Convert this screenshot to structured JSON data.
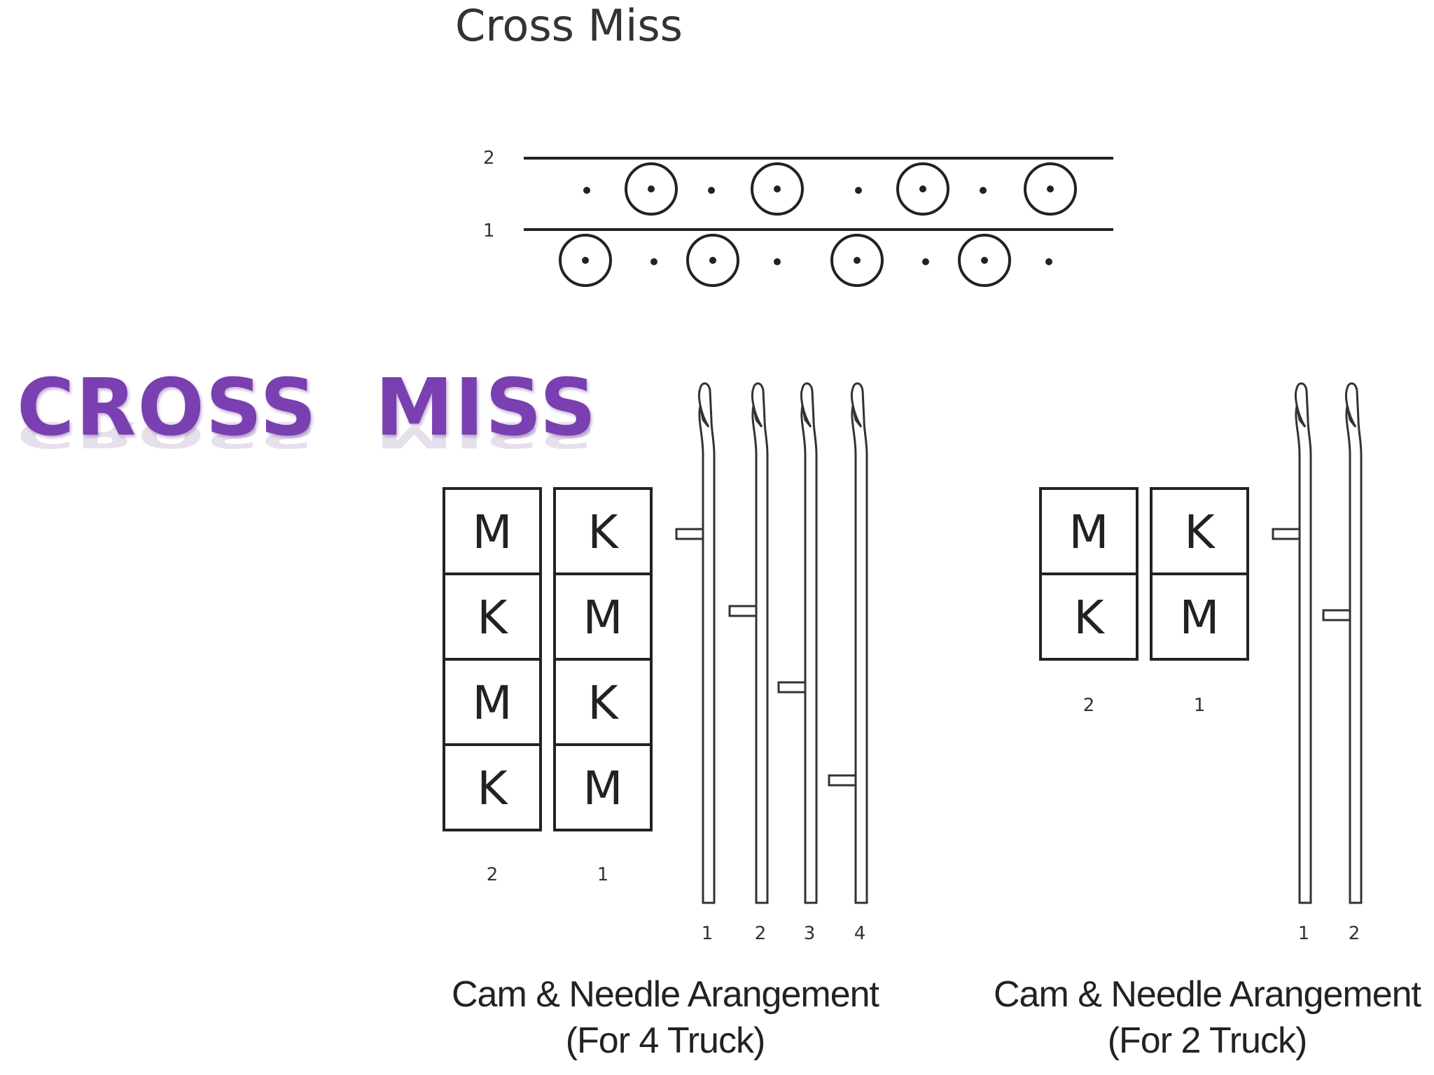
{
  "slide_title": "CROSS  MISS",
  "diagram_title": "Cross Miss",
  "stitch_diagram": {
    "feeders": [
      "2",
      "1"
    ]
  },
  "four_truck": {
    "cam_columns": [
      {
        "label": "2",
        "cells": [
          "M",
          "K",
          "M",
          "K"
        ]
      },
      {
        "label": "1",
        "cells": [
          "K",
          "M",
          "K",
          "M"
        ]
      }
    ],
    "needle_labels": [
      "1",
      "2",
      "3",
      "4"
    ],
    "caption_line1": "Cam & Needle Arangement",
    "caption_line2": "(For 4 Truck)"
  },
  "two_truck": {
    "cam_columns": [
      {
        "label": "2",
        "cells": [
          "M",
          "K"
        ]
      },
      {
        "label": "1",
        "cells": [
          "K",
          "M"
        ]
      }
    ],
    "needle_labels": [
      "1",
      "2"
    ],
    "caption_line1": "Cam & Needle Arangement",
    "caption_line2": "(For 2 Truck)"
  },
  "colors": {
    "title_purple": "#7a3fb0",
    "line": "#222222"
  }
}
